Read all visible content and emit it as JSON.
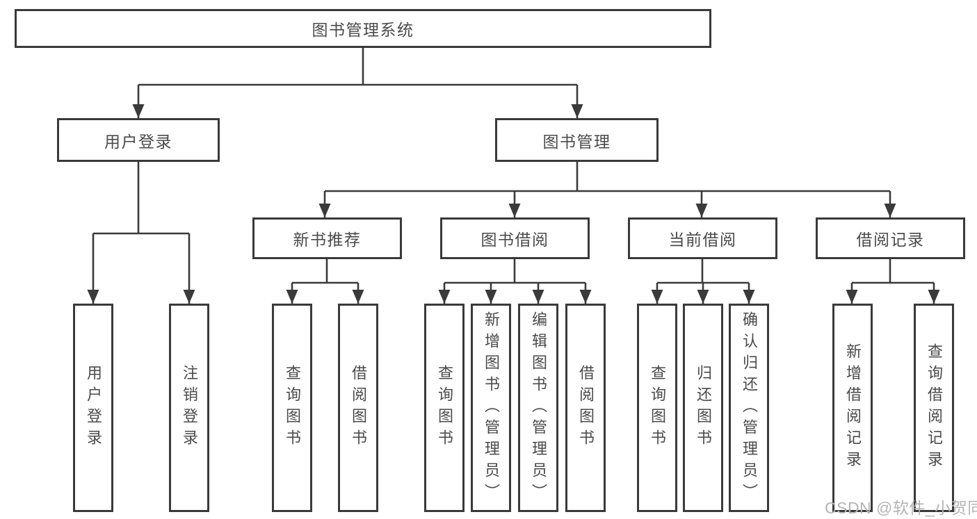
{
  "diagram": {
    "title": "图书管理系统",
    "nodes": {
      "root": "图书管理系统",
      "login": "用户登录",
      "mgmt": "图书管理",
      "rec": "新书推荐",
      "borrow": "图书借阅",
      "current": "当前借阅",
      "records": "借阅记录",
      "leaf_login": "用户登录",
      "leaf_logout": "注销登录",
      "rec_query": "查询图书",
      "rec_borrow": "借阅图书",
      "borrow_query": "查询图书",
      "borrow_add": "新增图书（管理员）",
      "borrow_edit": "编辑图书（管理员）",
      "borrow_lend": "借阅图书",
      "cur_query": "查询图书",
      "cur_return": "归还图书",
      "cur_confirm": "确认归还（管理员）",
      "records_add": "新增借阅记录",
      "records_query": "查询借阅记录"
    },
    "colors": {
      "line": "#3a3a3a",
      "text": "#4a4a4a",
      "watermark": "#b5b5b5",
      "background": "#ffffff"
    }
  },
  "watermark": "CSDN @软件_小贺同学"
}
